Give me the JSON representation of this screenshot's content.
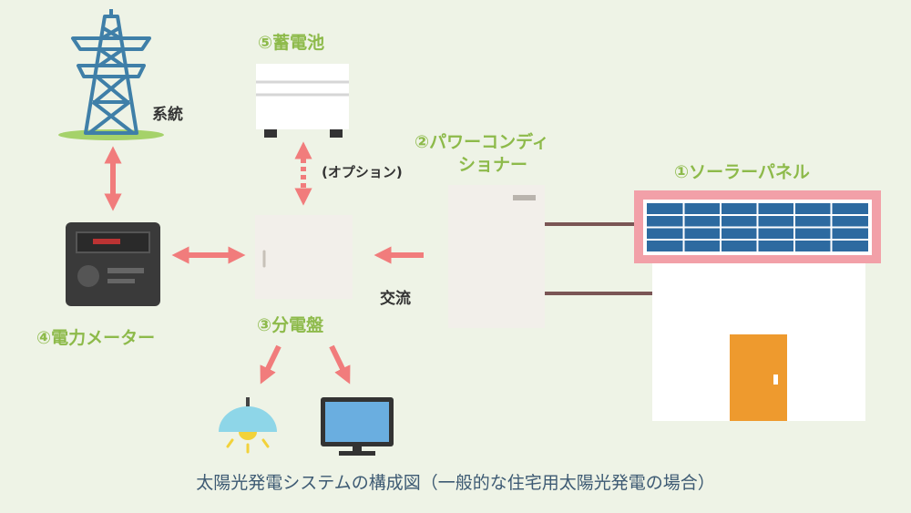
{
  "labels": {
    "grid": "系統",
    "battery": "⑤蓄電池",
    "option": "(オプション)",
    "conditioner_line1": "②パワーコンディ",
    "conditioner_line2": "ショナー",
    "solar_panel": "①ソーラーパネル",
    "ac": "交流",
    "meter": "④電力メーター",
    "distribution_board": "③分電盤"
  },
  "caption": "太陽光発電システムの構成図（一般的な住宅用太陽光発電の場合）",
  "colors": {
    "background": "#eef3e6",
    "label_green": "#8dba4a",
    "arrow": "#f17c7c",
    "tower": "#3f7fa8",
    "panel_blue": "#2d6aa0",
    "roof": "#f2a0a8",
    "door": "#ee9a2e",
    "wire": "#7a5555",
    "caption": "#3d5a73"
  },
  "icons": [
    "transmission-tower-icon",
    "battery-icon",
    "distribution-board-icon",
    "power-conditioner-icon",
    "solar-house-icon",
    "electric-meter-icon",
    "ceiling-lamp-icon",
    "monitor-icon"
  ]
}
